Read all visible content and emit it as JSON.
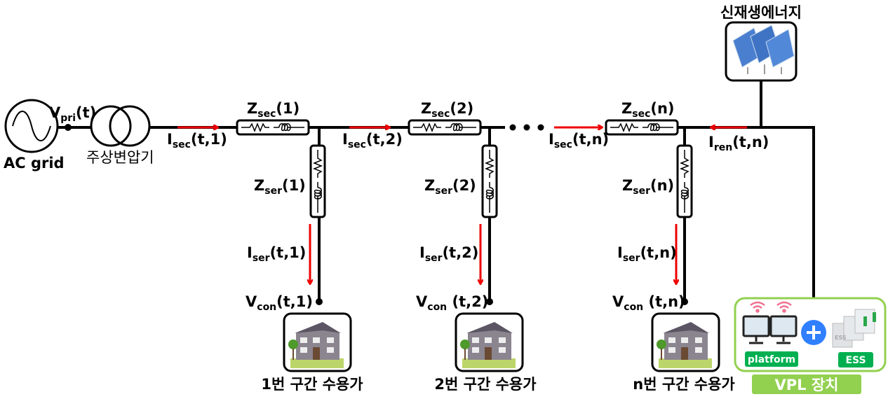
{
  "source": {
    "label": "AC grid",
    "voltage": {
      "main": "V",
      "sub": "pri",
      "suffix": "(t)"
    }
  },
  "transformer": {
    "label": "주상변압기"
  },
  "renewable": {
    "label": "신재생에너지",
    "current": {
      "main": "I",
      "sub": "ren",
      "suffix": "(t,n)"
    }
  },
  "sections": [
    {
      "zsec": {
        "main": "Z",
        "sub": "sec",
        "suffix": "(1)"
      },
      "isec": {
        "main": "I",
        "sub": "sec",
        "suffix": "(t,1)"
      },
      "zser": {
        "main": "Z",
        "sub": "ser",
        "suffix": "(1)"
      },
      "iser": {
        "main": "I",
        "sub": "ser",
        "suffix": "(t,1)"
      },
      "vcon": {
        "main": "V",
        "sub": "con",
        "suffix": "(t,1)"
      },
      "consumer": "1번 구간 수용가"
    },
    {
      "zsec": {
        "main": "Z",
        "sub": "sec",
        "suffix": "(2)"
      },
      "isec": {
        "main": "I",
        "sub": "sec",
        "suffix": "(t,2)"
      },
      "zser": {
        "main": "Z",
        "sub": "ser",
        "suffix": "(2)"
      },
      "iser": {
        "main": "I",
        "sub": "ser",
        "suffix": "(t,2)"
      },
      "vcon": {
        "main": "V",
        "sub": "con",
        "suffix": " (t,2)"
      },
      "consumer": "2번 구간 수용가"
    },
    {
      "zsec": {
        "main": "Z",
        "sub": "sec",
        "suffix": "(n)"
      },
      "isec": {
        "main": "I",
        "sub": "sec",
        "suffix": "(t,n)"
      },
      "zser": {
        "main": "Z",
        "sub": "ser",
        "suffix": "(n)"
      },
      "iser": {
        "main": "I",
        "sub": "ser",
        "suffix": "(t,n)"
      },
      "vcon": {
        "main": "V",
        "sub": "con",
        "suffix": " (t,n)"
      },
      "consumer": "n번 구간 수용가"
    }
  ],
  "vpl": {
    "title": "VPL 장치",
    "platform_label": "platform",
    "ess_label": "ESS",
    "ess_device_text": "ESS"
  },
  "colors": {
    "current_arrow": "#ee0000",
    "vpl_border": "#92d050",
    "label_green": "#00b050",
    "plus_blue": "#2f7fff"
  }
}
